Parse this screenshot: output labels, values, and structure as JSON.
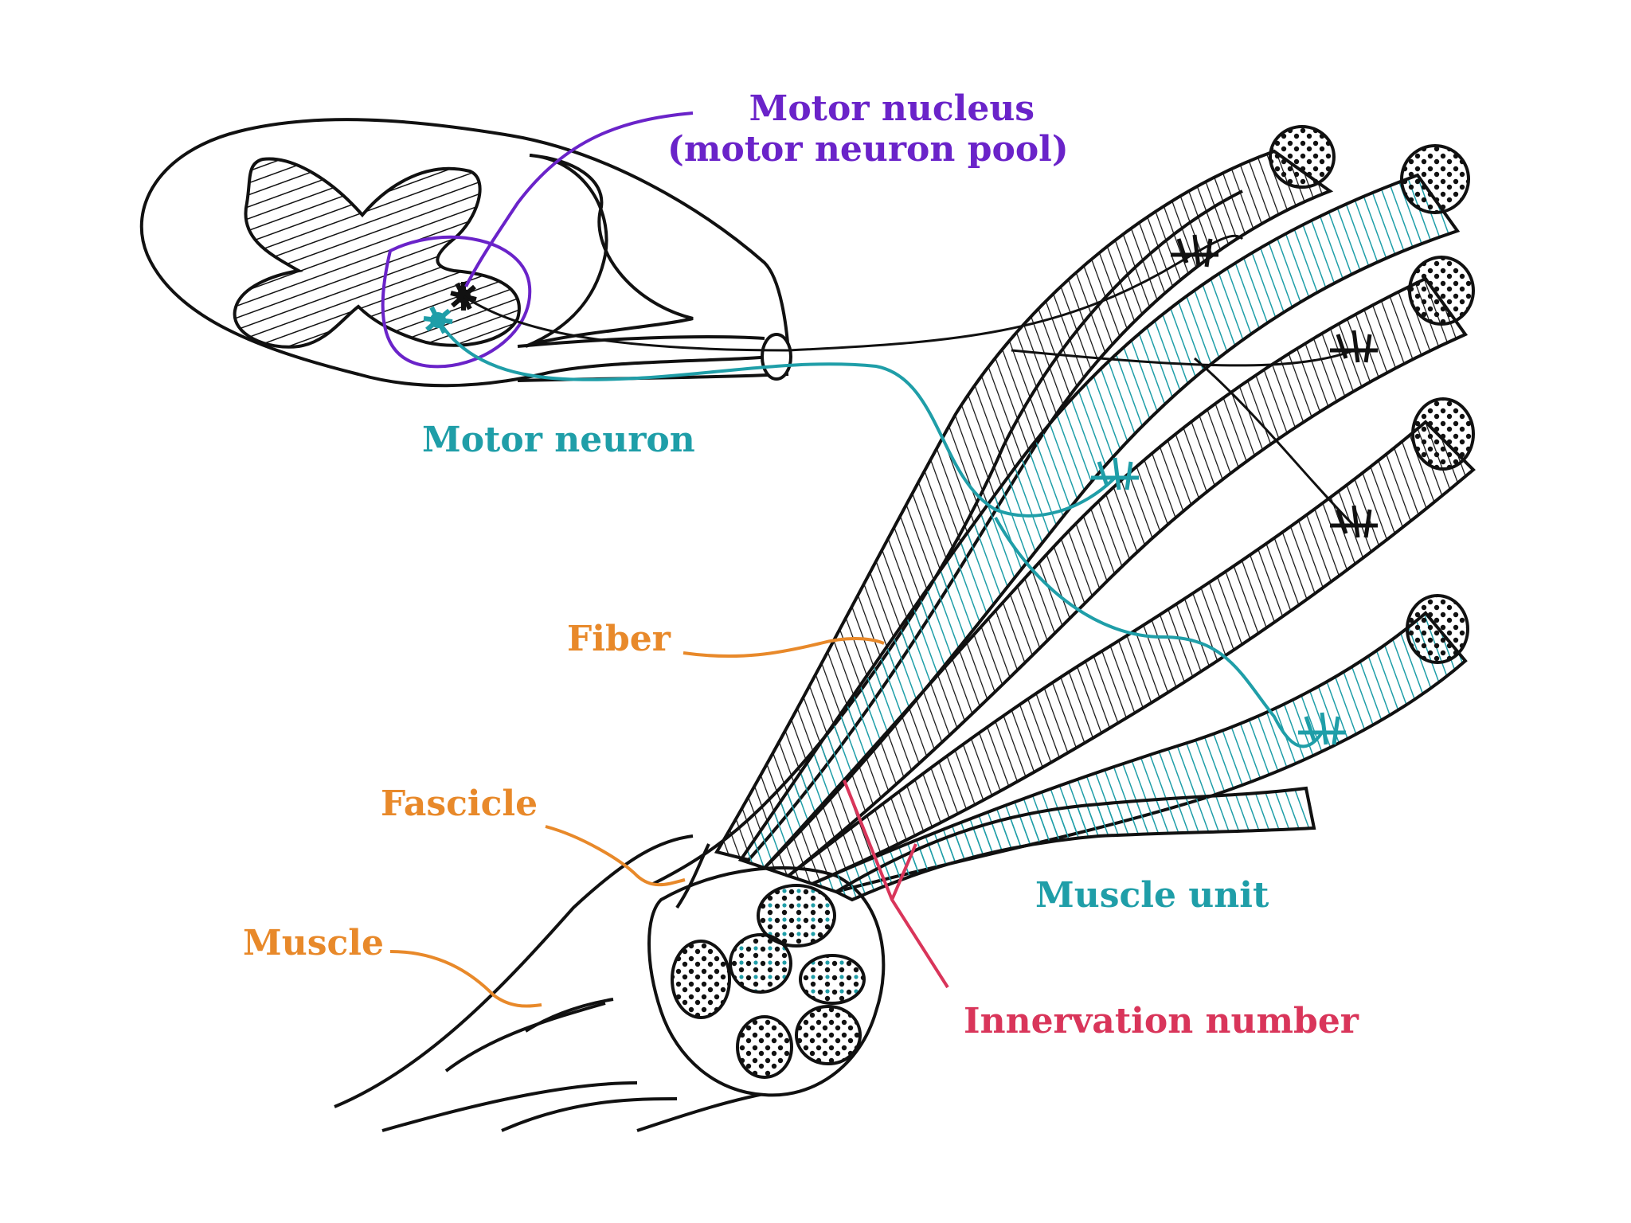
{
  "colors": {
    "ink": "#111111",
    "purple": "#6a23c9",
    "teal": "#1f9ea8",
    "orange": "#e8892a",
    "red": "#d9355a"
  },
  "labels": {
    "motor_nucleus_line1": "Motor nucleus",
    "motor_nucleus_line2": "(motor neuron pool)",
    "motor_neuron": "Motor neuron",
    "fiber": "Fiber",
    "fascicle": "Fascicle",
    "muscle": "Muscle",
    "muscle_unit": "Muscle unit",
    "innervation_number": "Innervation number"
  }
}
